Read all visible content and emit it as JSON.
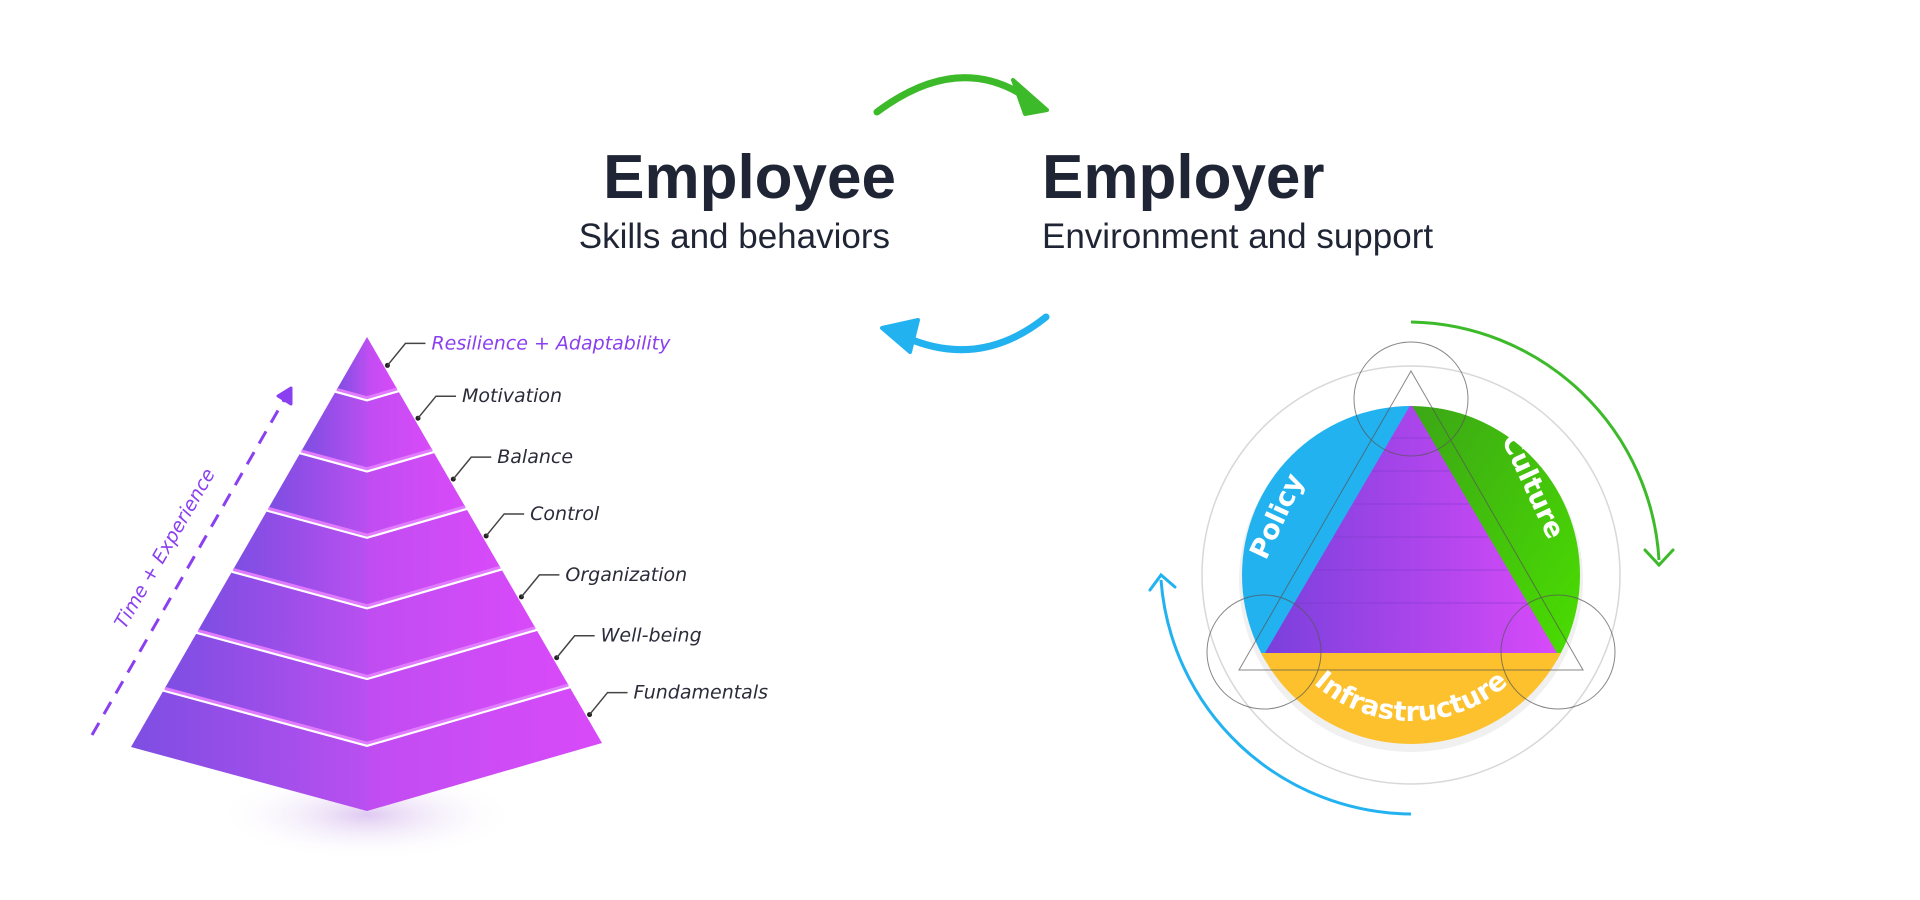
{
  "employee": {
    "title": "Employee",
    "subtitle": "Skills and behaviors"
  },
  "employer": {
    "title": "Employer",
    "subtitle": "Environment and support"
  },
  "pyramid": {
    "axis_label": "Time + Experience",
    "levels": [
      "Resilience + Adaptability",
      "Motivation",
      "Balance",
      "Control",
      "Organization",
      "Well-being",
      "Fundamentals"
    ]
  },
  "circle": {
    "segments": {
      "left": "Policy",
      "right": "Culture",
      "bottom": "Infrastructure"
    }
  },
  "colors": {
    "green": "#3dba2a",
    "blue": "#22b2f0",
    "yellow": "#fcc12c",
    "purple": "#a84cf0",
    "text": "#1f2535"
  }
}
